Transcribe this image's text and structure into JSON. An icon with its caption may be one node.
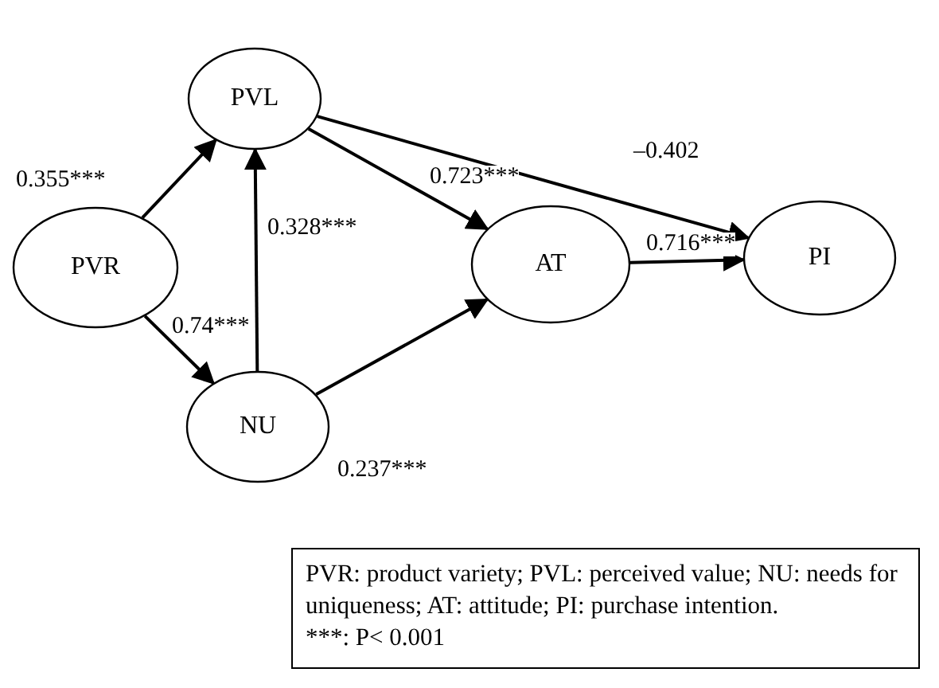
{
  "diagram": {
    "nodes": [
      {
        "text": [
          "PVL"
        ]
      },
      {
        "text": [
          "PVR"
        ]
      },
      {
        "text": [
          "AT"
        ]
      },
      {
        "text": [
          "PI"
        ]
      },
      {
        "text": [
          "NU"
        ]
      },
      {
        "text": [
          "PVR: product variety; PVL: perceived value; NU: needs for uniqueness; AT: attitude; PI: purchase intention.",
          "***: P< 0.001"
        ]
      }
    ],
    "edges": [
      {
        "from": 1,
        "to": 0,
        "arrow": "to",
        "label": "0.355***"
      },
      {
        "from": 1,
        "to": 4,
        "arrow": "to",
        "label": "0.74***"
      },
      {
        "from": 4,
        "to": 0,
        "arrow": "to",
        "label": "0.328***"
      },
      {
        "from": 0,
        "to": 2,
        "arrow": "to",
        "label": "0.723***"
      },
      {
        "from": 0,
        "to": 3,
        "arrow": "to",
        "label": "–0.402"
      },
      {
        "from": 4,
        "to": 2,
        "arrow": "to",
        "label": "0.237***"
      },
      {
        "from": 2,
        "to": 3,
        "arrow": "to",
        "label": "0.716***"
      }
    ]
  }
}
